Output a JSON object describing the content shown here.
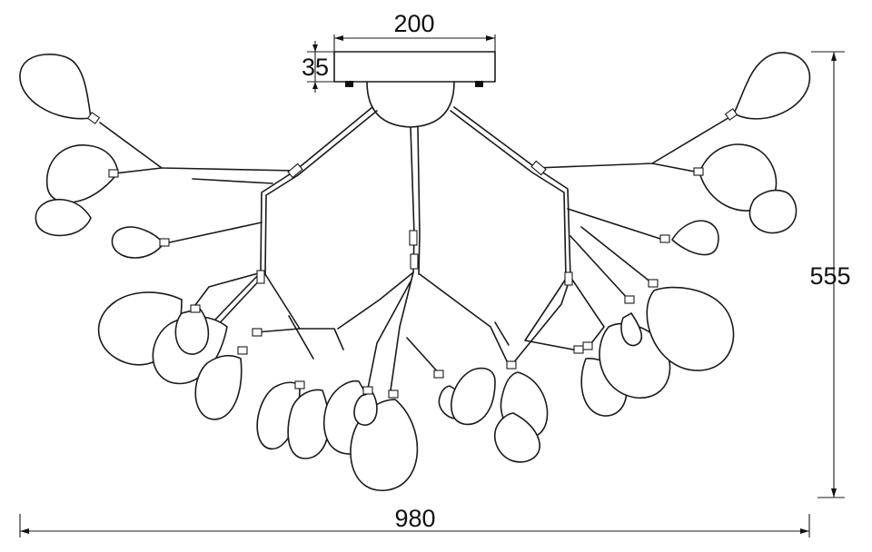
{
  "dimensions": {
    "canopy_width": "200",
    "canopy_height": "35",
    "overall_height": "555",
    "overall_width": "980"
  }
}
